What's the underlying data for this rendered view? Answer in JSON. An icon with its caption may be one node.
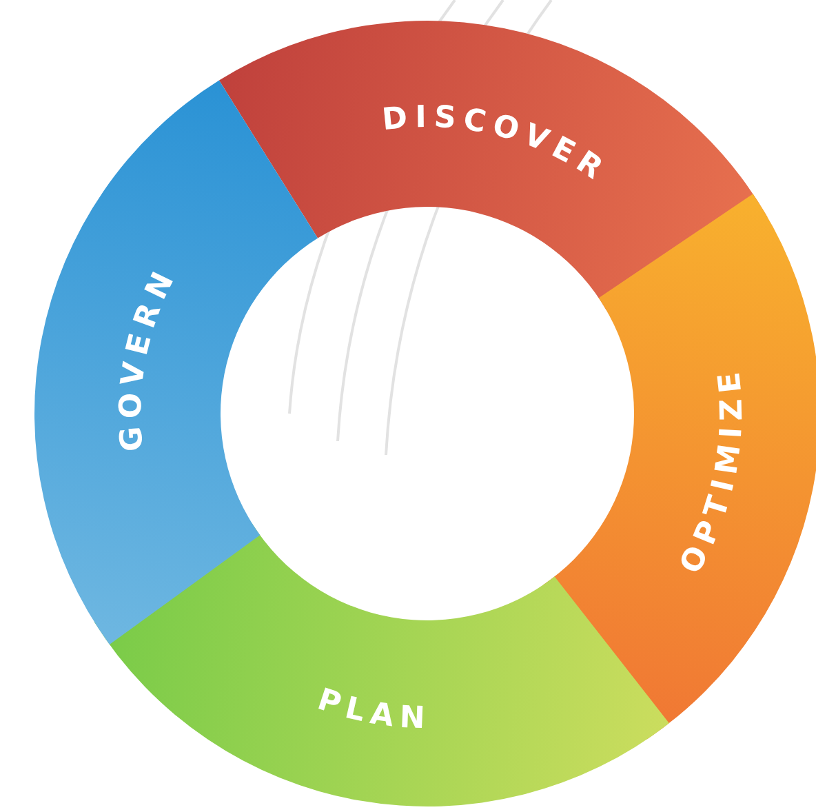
{
  "diagram": {
    "nodes": [
      {
        "text": [
          "DISCOVER"
        ]
      },
      {
        "text": [
          "OPTIMIZE"
        ]
      },
      {
        "text": [
          "PLAN"
        ]
      },
      {
        "text": [
          "GOVERN"
        ]
      }
    ]
  }
}
